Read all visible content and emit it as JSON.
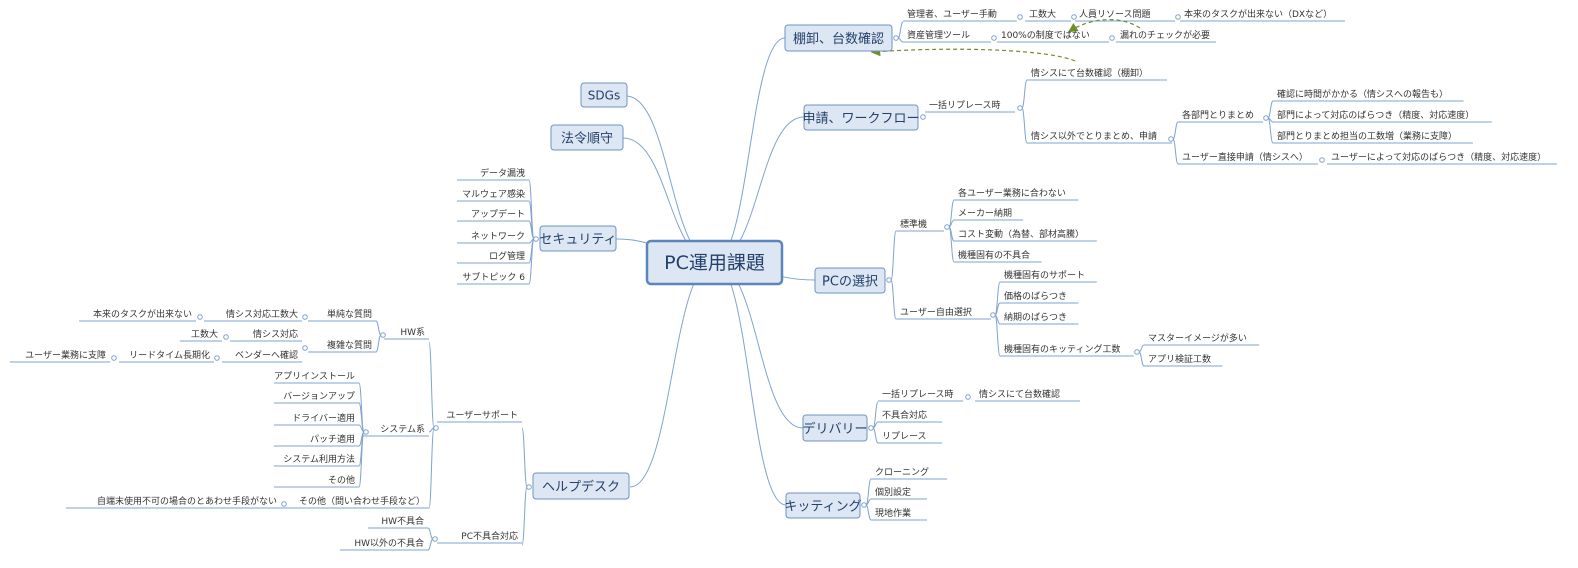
{
  "central": "PC運用課題",
  "topics": {
    "sdgs": "SDGs",
    "law": "法令順守",
    "security": "セキュリティ",
    "helpdesk": "ヘルプデスク",
    "inventory": "棚卸、台数確認",
    "workflow": "申請、ワークフロー",
    "selection": "PCの選択",
    "delivery": "デリバリー",
    "kitting": "キッティング"
  },
  "security_items": [
    "データ漏洩",
    "マルウェア感染",
    "アップデート",
    "ネットワーク",
    "ログ管理",
    "サブトピック 6"
  ],
  "helpdesk": {
    "user_support": "ユーザーサポート",
    "hw": "HW系",
    "simple_q": "単純な質問",
    "simple_q_load": "情シス対応工数大",
    "simple_q_effect": "本来のタスクが出来ない",
    "complex_q": "複雑な質問",
    "complex_q_handling": "情シス対応",
    "complex_q_load": "工数大",
    "vendor_check": "ベンダーへ確認",
    "lead_time": "リードタイム長期化",
    "user_impact": "ユーザー業務に支障",
    "system": "システム系",
    "system_items": [
      "アプリインストール",
      "バージョンアップ",
      "ドライバー適用",
      "パッチ適用",
      "システム利用方法",
      "その他"
    ],
    "other": "その他（問い合わせ手段など）",
    "other_detail": "自端末使用不可の場合のとあわせ手段がない",
    "pc_failure": "PC不具合対応",
    "pc_failure_items": [
      "HW不具合",
      "HW以外の不具合"
    ]
  },
  "inventory": {
    "row1": [
      "管理者、ユーザー手動",
      "工数大",
      "人員リソース問題",
      "本来のタスクが出来ない（DXなど）"
    ],
    "row2": [
      "資産管理ツール",
      "100%の制度ではない",
      "漏れのチェックが必要"
    ]
  },
  "workflow": {
    "bulk_replace": "一括リプレース時",
    "jouhou_check": "情シスにて台数確認（棚卸）",
    "non_jouhou": "情シス以外でとりまとめ、申請",
    "dept_collect": "各部門とりまとめ",
    "dept_items": [
      "確認に時間がかかる（情シスへの報告も）",
      "部門によって対応のばらつき（精度、対応速度）",
      "部門とりまとめ担当の工数増（業務に支障）"
    ],
    "user_direct": "ユーザー直接申請（情シスへ）",
    "user_direct_issue": "ユーザーによって対応のばらつき（精度、対応速度）"
  },
  "selection": {
    "standard": "標準機",
    "standard_items": [
      "各ユーザー業務に合わない",
      "メーカー納期",
      "コスト変動（為替、部材高騰）",
      "機種固有の不具合"
    ],
    "free": "ユーザー自由選択",
    "free_items": [
      "機種固有のサポート",
      "価格のばらつき",
      "納期のばらつき",
      "機種固有のキッティング工数"
    ],
    "kitting_items": [
      "マスターイメージが多い",
      "アプリ検証工数"
    ]
  },
  "delivery": {
    "bulk_replace": "一括リプレース時",
    "bulk_replace_detail": "情シスにて台数確認",
    "items": [
      "不具合対応",
      "リプレース"
    ]
  },
  "kitting": [
    "クローニング",
    "個別設定",
    "現地作業"
  ],
  "colors": {
    "line": "#7fa3cf",
    "topic_fill": "#dde7f3",
    "topic_border": "#6f93c0",
    "central_fill": "#dde7f3",
    "central_border": "#5b85bb",
    "text": "#333333",
    "topic_text": "#24406b",
    "relation": "#6f8f2a"
  }
}
